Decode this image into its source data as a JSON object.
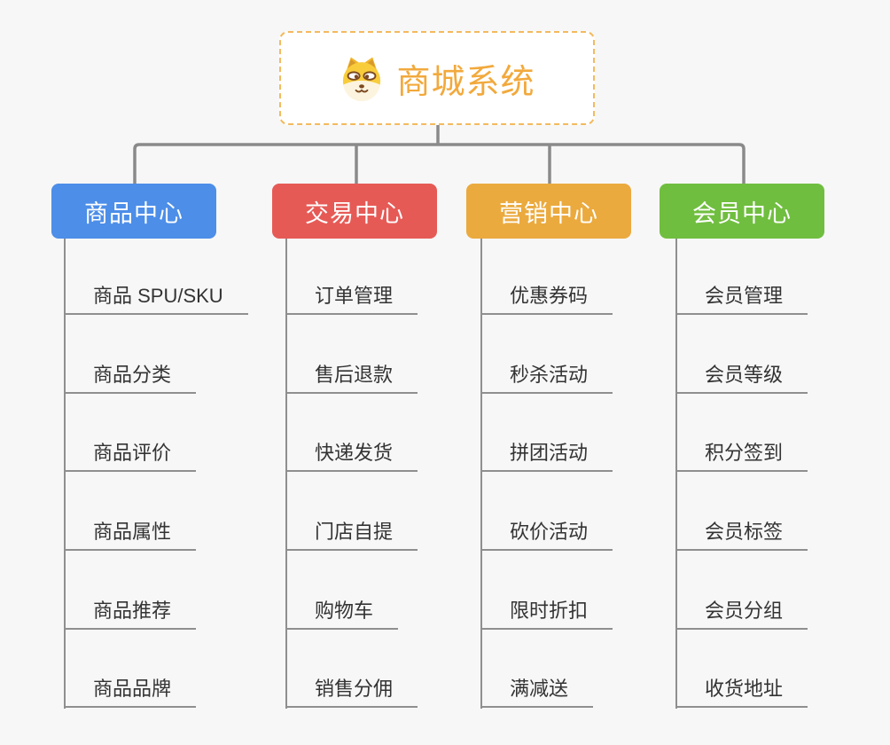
{
  "canvas": {
    "background": "#f7f7f7"
  },
  "root": {
    "title": "商城系统",
    "icon": "dog-face-icon",
    "text_color": "#f2a93c",
    "border_color": "#f3ba5e"
  },
  "connector_color": "#8a8a8a",
  "leaf_line_color": "#8f8f8f",
  "branches": [
    {
      "label": "商品中心",
      "color": "#4c8ee8",
      "items": [
        "商品 SPU/SKU",
        "商品分类",
        "商品评价",
        "商品属性",
        "商品推荐",
        "商品品牌"
      ]
    },
    {
      "label": "交易中心",
      "color": "#e65a56",
      "items": [
        "订单管理",
        "售后退款",
        "快递发货",
        "门店自提",
        "购物车",
        "销售分佣"
      ]
    },
    {
      "label": "营销中心",
      "color": "#ebaa3e",
      "items": [
        "优惠券码",
        "秒杀活动",
        "拼团活动",
        "砍价活动",
        "限时折扣",
        "满减送"
      ]
    },
    {
      "label": "会员中心",
      "color": "#70be3f",
      "items": [
        "会员管理",
        "会员等级",
        "积分签到",
        "会员标签",
        "会员分组",
        "收货地址"
      ]
    }
  ]
}
